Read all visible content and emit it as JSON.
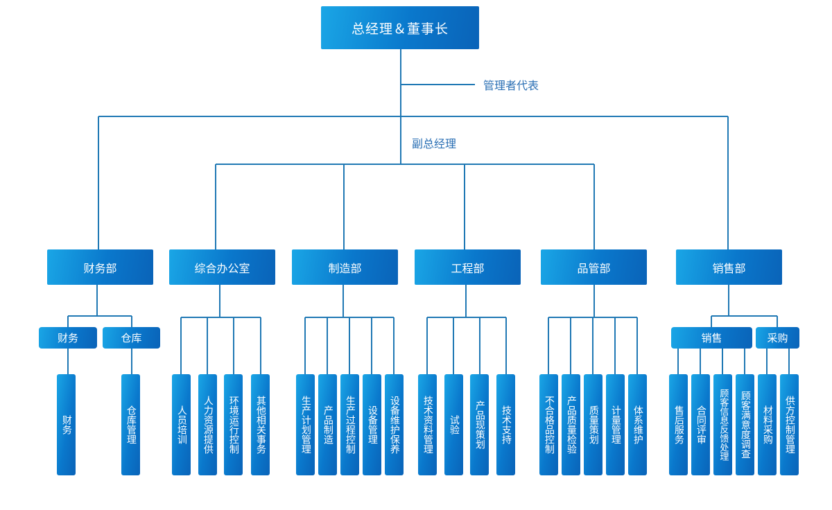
{
  "top": "总经理＆董事长",
  "management_rep": "管理者代表",
  "deputy_gm": "副总经理",
  "departments": [
    {
      "name": "财务部"
    },
    {
      "name": "综合办公室"
    },
    {
      "name": "制造部"
    },
    {
      "name": "工程部"
    },
    {
      "name": "品管部"
    },
    {
      "name": "销售部"
    }
  ],
  "subgroups": [
    "财务",
    "仓库",
    "销售",
    "采购"
  ],
  "leaves": {
    "finance": [
      "财务",
      "仓库管理"
    ],
    "office": [
      "人员培训",
      "人力资源提供",
      "环境运行控制",
      "其他相关事务"
    ],
    "manufacturing": [
      "生产计划管理",
      "产品制造",
      "生产过程控制",
      "设备管理",
      "设备维护保养"
    ],
    "engineering": [
      "技术资料管理",
      "试验",
      "产品现策划",
      "技术支持"
    ],
    "quality": [
      "不合格品控制",
      "产品质量检验",
      "质量策划",
      "计量管理",
      "体系维护"
    ],
    "sales": [
      "售后服务",
      "合同评审",
      "顾客信息反馈处理",
      "顾客满意度调查",
      "材料采购",
      "供方控制管理"
    ]
  },
  "colors": {
    "box_start": "#1aa6e6",
    "box_end": "#0a63b8",
    "line": "#1f78b4",
    "label": "#2a6fb4"
  }
}
